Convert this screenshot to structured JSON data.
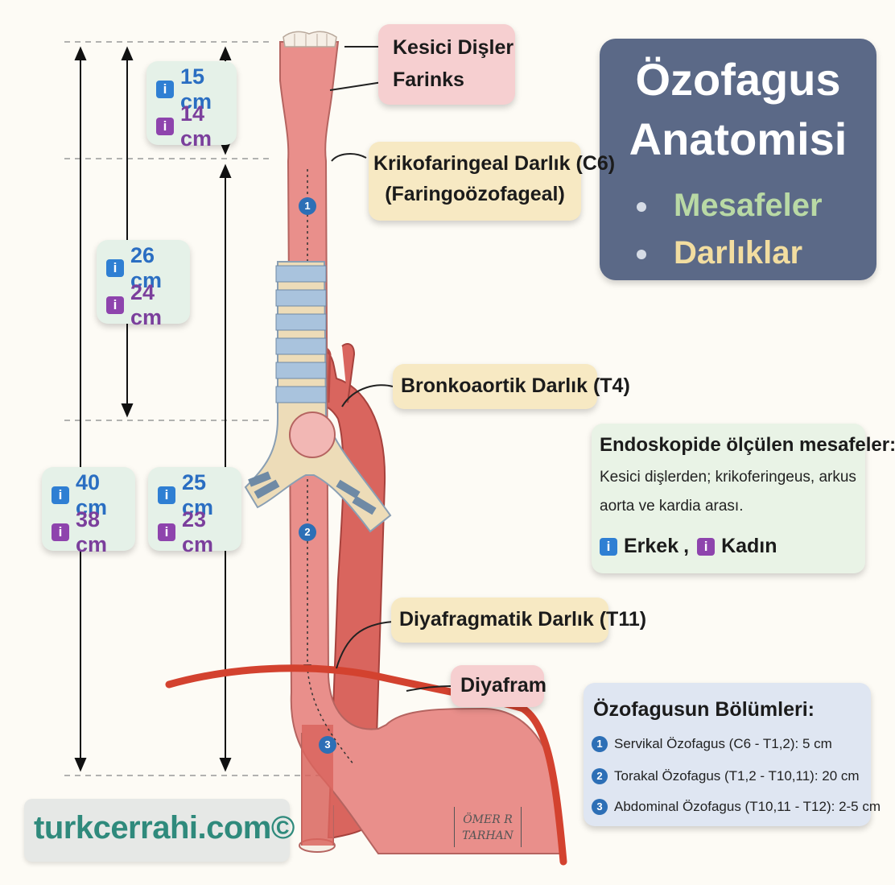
{
  "title": {
    "line1": "Özofagus",
    "line2": "Anatomisi",
    "bullet1": "Mesafeler",
    "bullet2": "Darlıklar",
    "bullet1_color": "#b9d9a5",
    "bullet2_color": "#f2dda0"
  },
  "labels": {
    "kesici_disler": "Kesici Dişler",
    "farinks": "Farinks",
    "krikofaringeal_line1": "Krikofaringeal Darlık (C6)",
    "krikofaringeal_line2": "(Faringoözofageal)",
    "bronkoaortik": "Bronkoaortik Darlık (T4)",
    "diyafragmatik": "Diyafragmatik Darlık (T11)",
    "diyafram": "Diyafram"
  },
  "measurements": {
    "upper": {
      "male": "15 cm",
      "female": "14 cm"
    },
    "middle": {
      "male": "26 cm",
      "female": "24 cm"
    },
    "total": {
      "male": "40 cm",
      "female": "38 cm"
    },
    "lower": {
      "male": "25 cm",
      "female": "23 cm"
    }
  },
  "endoscopy": {
    "heading": "Endoskopide ölçülen mesafeler:",
    "text_line1": "Kesici dişlerden; krikoferingeus, arkus",
    "text_line2": "aorta ve kardia arası.",
    "legend_male": "Erkek",
    "legend_sep": ",",
    "legend_female": "Kadın"
  },
  "sections": {
    "heading": "Özofagusun Bölümleri:",
    "items": [
      {
        "number": "1",
        "text": "Servikal Özofagus (C6 - T1,2): 5 cm"
      },
      {
        "number": "2",
        "text": "Torakal Özofagus (T1,2 - T10,11): 20 cm"
      },
      {
        "number": "3",
        "text": "Abdominal Özofagus (T10,11 - T12): 2-5 cm"
      }
    ]
  },
  "markers": [
    "1",
    "2",
    "3"
  ],
  "watermark": "turkcerrahi.com©",
  "signature": "ÖMER R TARHAN",
  "colors": {
    "esophagus": "#e98f8b",
    "aorta": "#d9655e",
    "diaphragm": "#d3422f",
    "trachea_ring_blue": "#a9c3dd",
    "trachea_ring_cream": "#eddcb8",
    "marker": "#2d6fb6",
    "title_bg": "#5b6987",
    "male": "#2a6ec2",
    "female": "#7b3f9c"
  },
  "icons": [
    "male-icon",
    "female-icon"
  ]
}
